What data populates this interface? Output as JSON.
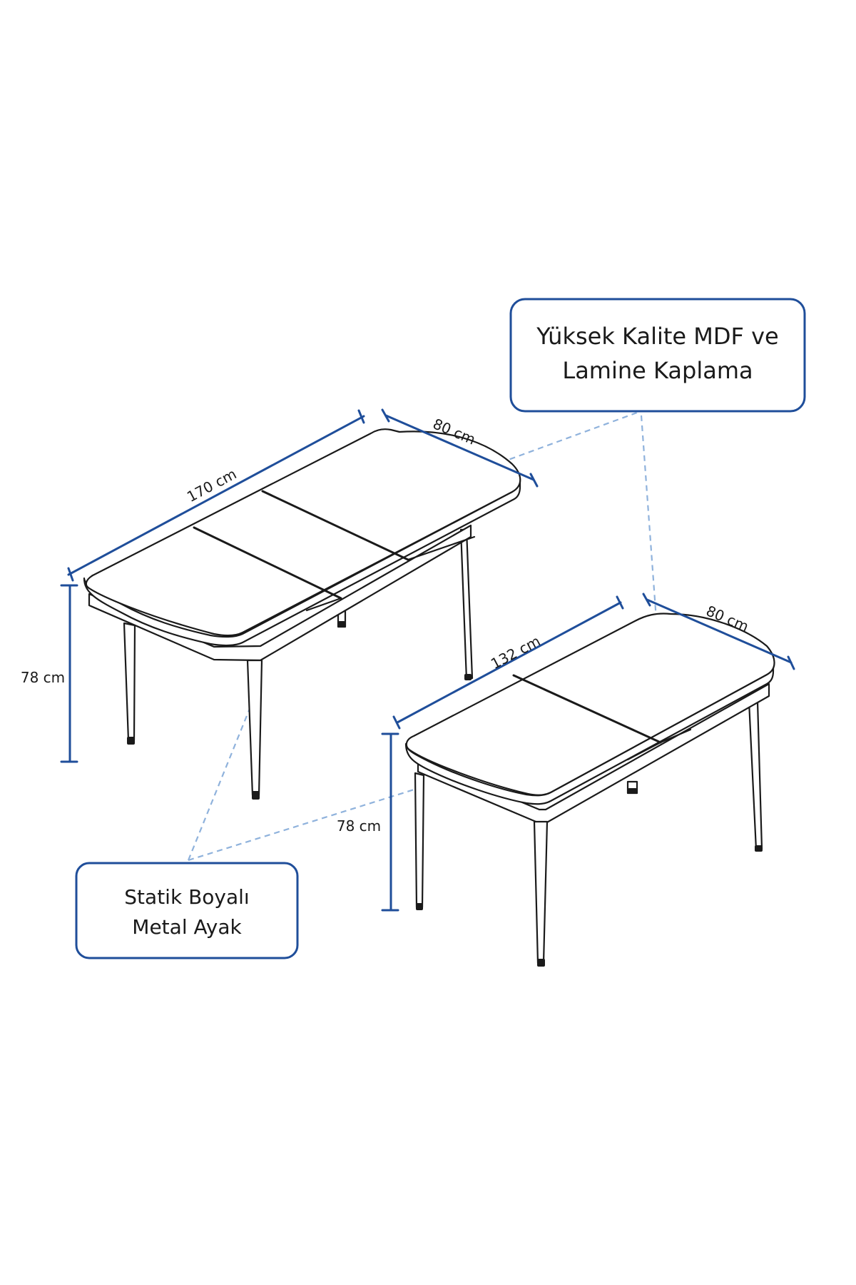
{
  "callouts": {
    "material": {
      "line1": "Yüksek Kalite MDF ve",
      "line2": "Lamine Kaplama"
    },
    "legs": {
      "line1": "Statik Boyalı",
      "line2": "Metal Ayak"
    }
  },
  "dimensions": {
    "extended_length": "170 cm",
    "extended_width": "80 cm",
    "extended_height": "78 cm",
    "closed_length": "132 cm",
    "closed_width": "80 cm",
    "closed_height": "78 cm"
  },
  "colors": {
    "accent": "#1f4e9a",
    "leader": "#8fb2dc",
    "line": "#1a1a1a"
  }
}
